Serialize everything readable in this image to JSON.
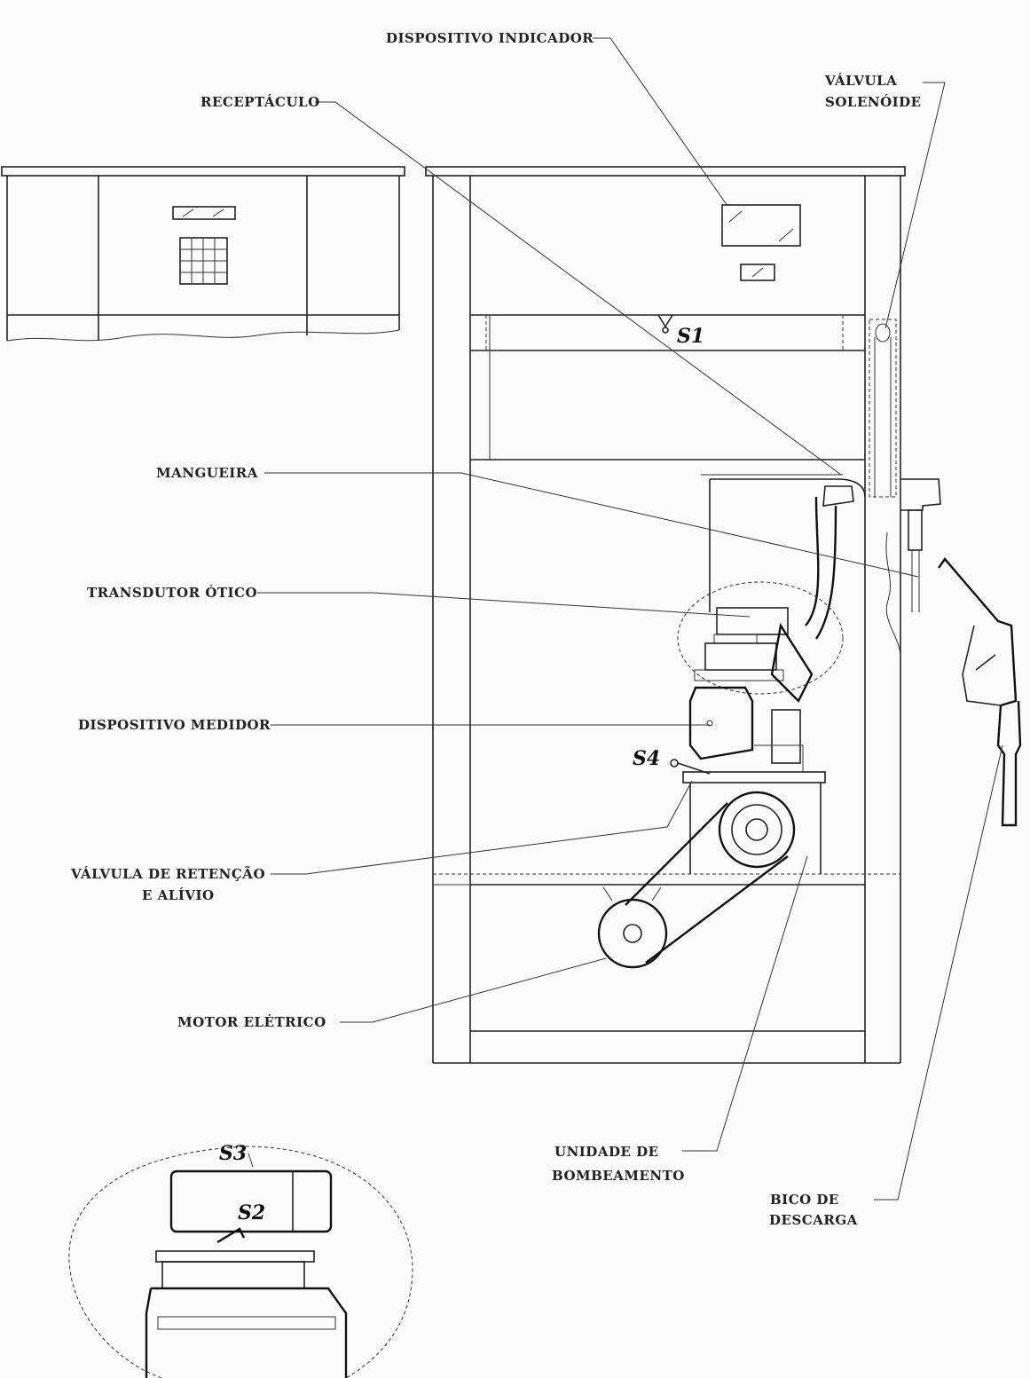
{
  "labels": {
    "dispositivo_indicador": "DISPOSITIVO INDICADOR",
    "receptaculo": "RECEPTÁCULO",
    "valvula_solenoide_1": "VÁLVULA",
    "valvula_solenoide_2": "SOLENÓIDE",
    "mangueira": "MANGUEIRA",
    "transdutor_otico": "TRANSDUTOR ÓTICO",
    "dispositivo_medidor": "DISPOSITIVO MEDIDOR",
    "valvula_retencao_1": "VÁLVULA DE RETENÇÃO",
    "valvula_retencao_2": "E ALÍVIO",
    "motor_eletrico": "MOTOR ELÉTRICO",
    "unidade_bombeamento_1": "UNIDADE DE",
    "unidade_bombeamento_2": "BOMBEAMENTO",
    "bico_descarga_1": "BICO DE",
    "bico_descarga_2": "DESCARGA"
  },
  "seals": {
    "s1": "S1",
    "s2": "S2",
    "s3": "S3",
    "s4": "S4"
  }
}
